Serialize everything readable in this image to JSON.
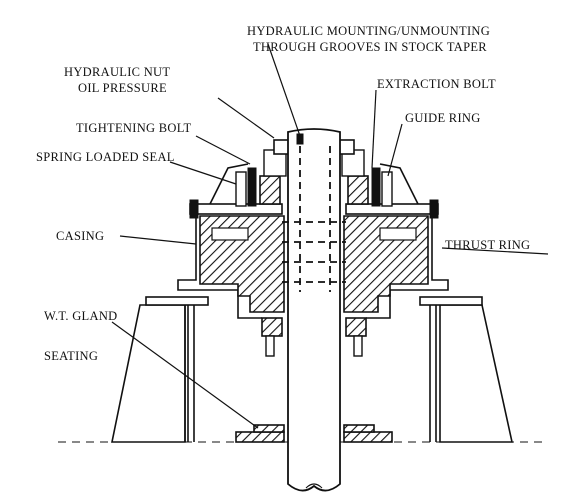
{
  "diagram": {
    "labels": {
      "hydraulic_mounting_line1": "HYDRAULIC MOUNTING/UNMOUNTING",
      "hydraulic_mounting_line2": "THROUGH GROOVES IN STOCK TAPER",
      "hydraulic_nut_line1": "HYDRAULIC NUT",
      "hydraulic_nut_line2": "OIL PRESSURE",
      "extraction_bolt": "EXTRACTION BOLT",
      "tightening_bolt": "TIGHTENING BOLT",
      "guide_ring": "GUIDE RING",
      "spring_loaded_seal": "SPRING LOADED SEAL",
      "casing": "CASING",
      "thrust_ring": "THRUST RING",
      "wt_gland": "W.T. GLAND",
      "seating": "SEATING"
    }
  }
}
